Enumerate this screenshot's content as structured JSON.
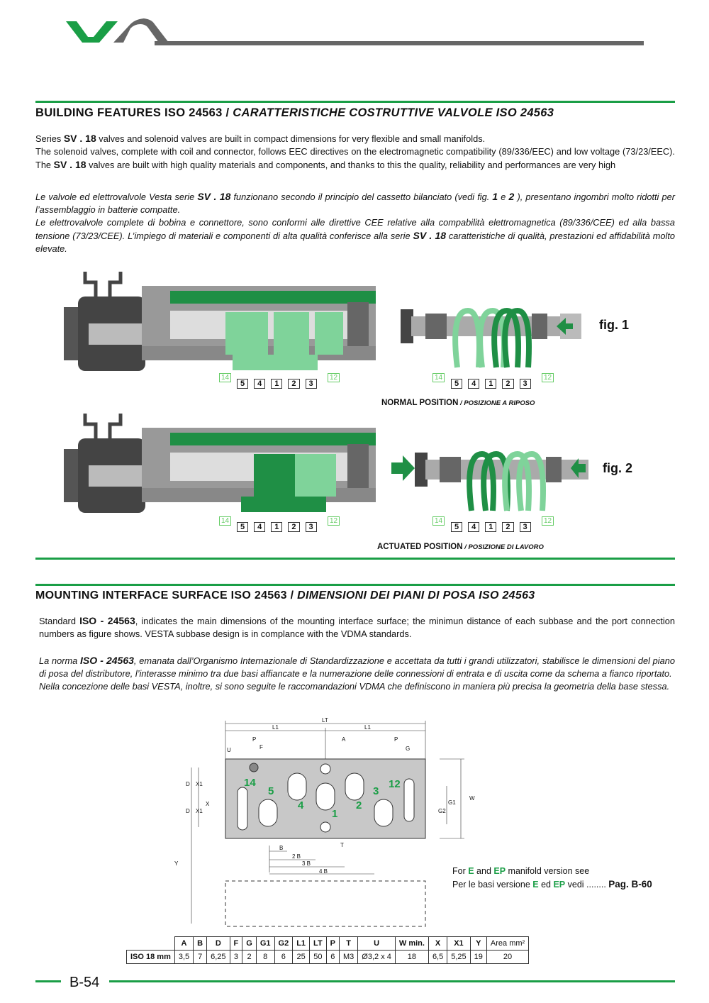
{
  "header": {
    "logo": "VESTA logo"
  },
  "section1": {
    "title_en": "BUILDING FEATURES ISO 24563",
    "separator": " / ",
    "title_it": "CARATTERISTICHE COSTRUTTIVE VALVOLE ISO 24563",
    "p1_a": "Series ",
    "p1_b": "SV . 18",
    "p1_c": " valves and solenoid valves are built in compact dimensions for very flexible and small manifolds.",
    "p2_a": "The solenoid valves, complete with coil and connector, follows EEC directives on the electromagnetic compatibility (89/336/EEC) and low voltage (73/23/EEC).   The ",
    "p2_b": "SV . 18",
    "p2_c": " valves are built with high quality materials and components, and thanks to this the quality, reliability and performances are very high",
    "p3_a": "Le valvole ed elettrovalvole Vesta serie ",
    "p3_b": "SV . 18",
    "p3_c": "  funzionano secondo il principio del cassetto bilanciato (vedi fig. ",
    "p3_d": "1",
    "p3_e": " e ",
    "p3_f": "2",
    "p3_g": " ), presentano ingombri molto ridotti per l’assemblaggio in batterie compatte.",
    "p4_a": "Le elettrovalvole complete di bobina e connettore, sono conformi alle direttive CEE relative alla compabilità elettromagnetica (89/336/CEE) ed alla bassa tensione (73/23/CEE).   L’impiego di materiali e componenti di alta qualità conferisce alla serie ",
    "p4_b": "SV . 18",
    "p4_c": " caratteristiche di qualità, prestazioni ed affidabilità molto elevate."
  },
  "figures": {
    "fig1_label": "fig. 1",
    "fig2_label": "fig. 2",
    "ports": [
      "5",
      "4",
      "1",
      "2",
      "3"
    ],
    "port_left": "14",
    "port_right": "12",
    "caption1_en": "NORMAL POSITION",
    "caption1_it": " / POSIZIONE A RIPOSO",
    "caption2_en": "ACTUATED POSITION",
    "caption2_it": " / POSIZIONE DI LAVORO"
  },
  "section2": {
    "title_en": "MOUNTING INTERFACE SURFACE ISO 24563",
    "separator": "  /  ",
    "title_it": "DIMENSIONI DEI PIANI DI POSA ISO 24563",
    "p1_a": "Standard ",
    "p1_b": "ISO - 24563",
    "p1_c": ", indicates the main dimensions of the mounting interface surface; the minimun distance of each subbase and the port connection numbers as figure shows.   VESTA subbase design is in complance with the VDMA standards.",
    "p2_a": "La norma ",
    "p2_b": "ISO - 24563",
    "p2_c": ", emanata dall’Organismo Internazionale di Standardizzazione e accettata da tutti i grandi utilizzatori, stabilisce le dimensioni del piano di posa del distributore, l’interasse minimo tra due basi affiancate e la numerazione delle connessioni di entrata e di uscita come da schema a fianco riportato.",
    "p3": "Nella concezione delle basi VESTA, inoltre, si sono seguite le raccomandazioni VDMA che definiscono in maniera più precisa la geometria della base stessa."
  },
  "drawing": {
    "dims_top": [
      "LT",
      "L1",
      "L1",
      "P",
      "F",
      "A",
      "P",
      "G",
      "U"
    ],
    "dims_left": [
      "D",
      "X1",
      "D",
      "X1",
      "X",
      "Y"
    ],
    "dims_right": [
      "W",
      "G1",
      "G2"
    ],
    "dims_bottom": [
      "B",
      "2 B",
      "3 B",
      "4 B",
      "T"
    ],
    "port_numbers": [
      "14",
      "5",
      "4",
      "1",
      "2",
      "3",
      "12"
    ]
  },
  "note": {
    "line1_a": "For ",
    "line1_b": "E",
    "line1_c": " and ",
    "line1_d": "EP",
    "line1_e": " manifold version see",
    "line2_a": "Per le basi versione ",
    "line2_b": "E",
    "line2_c": " ed ",
    "line2_d": "EP",
    "line2_e": " vedi ........ ",
    "line2_f": "Pag. B-60"
  },
  "table": {
    "headers": [
      "",
      "A",
      "B",
      "D",
      "F",
      "G",
      "G1",
      "G2",
      "L1",
      "LT",
      "P",
      "T",
      "U",
      "W min.",
      "X",
      "X1",
      "Y",
      "Area mm²"
    ],
    "row_label": "ISO 18 mm",
    "values": [
      "3,5",
      "7",
      "6,25",
      "3",
      "2",
      "8",
      "6",
      "25",
      "50",
      "6",
      "M3",
      "Ø3,2 x 4",
      "18",
      "6,5",
      "5,25",
      "19",
      "20"
    ]
  },
  "footer": {
    "page": "B-54"
  }
}
